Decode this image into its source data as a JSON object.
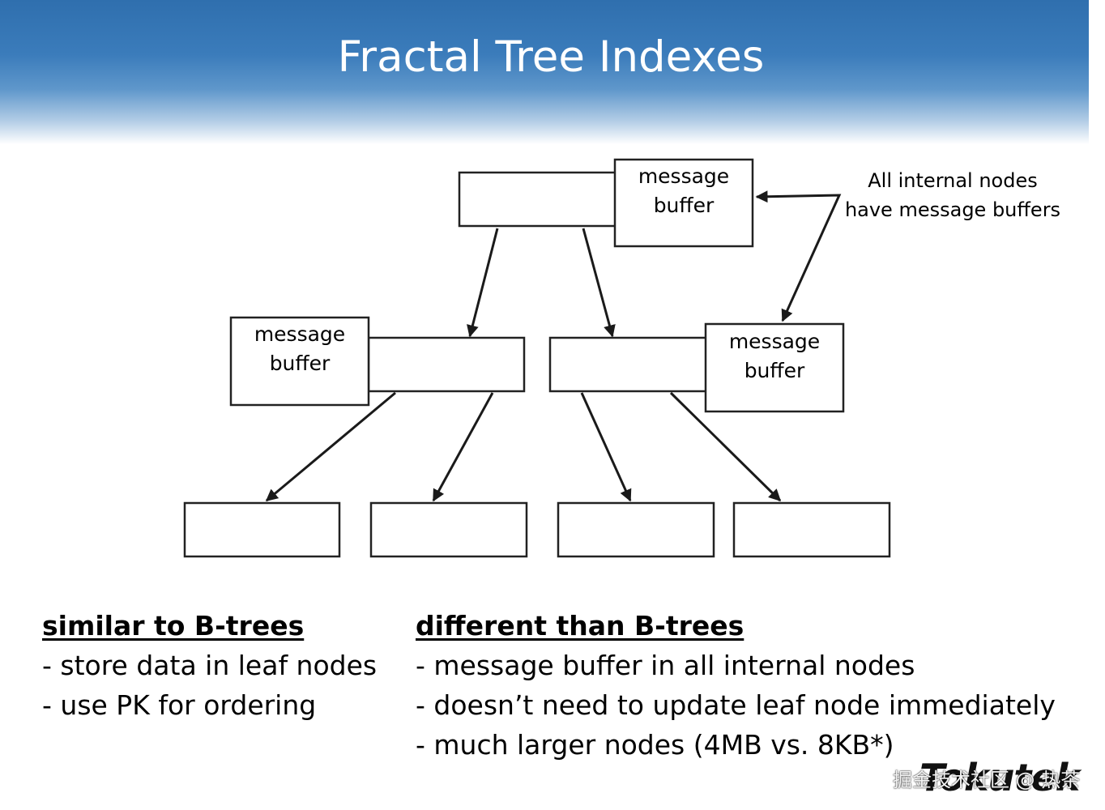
{
  "slide": {
    "title": "Fractal Tree Indexes"
  },
  "diagram": {
    "buffer_label_line1": "message",
    "buffer_label_line2": "buffer",
    "annotation_line1": "All internal nodes",
    "annotation_line2": "have message buffers"
  },
  "left_column": {
    "heading": "similar to B-trees",
    "items": [
      "- store data in leaf nodes",
      "- use PK for ordering"
    ]
  },
  "right_column": {
    "heading": "different than B-trees",
    "items": [
      "- message buffer in all internal nodes",
      "- doesn’t need to update leaf node immediately",
      "- much larger nodes (4MB vs. 8KB*)"
    ]
  },
  "branding": {
    "logo": "Tokutek",
    "watermark": "掘金技术社区 @ 热茶"
  },
  "colors": {
    "header_blue": "#3b7cbb",
    "line": "#1a1a1a"
  }
}
